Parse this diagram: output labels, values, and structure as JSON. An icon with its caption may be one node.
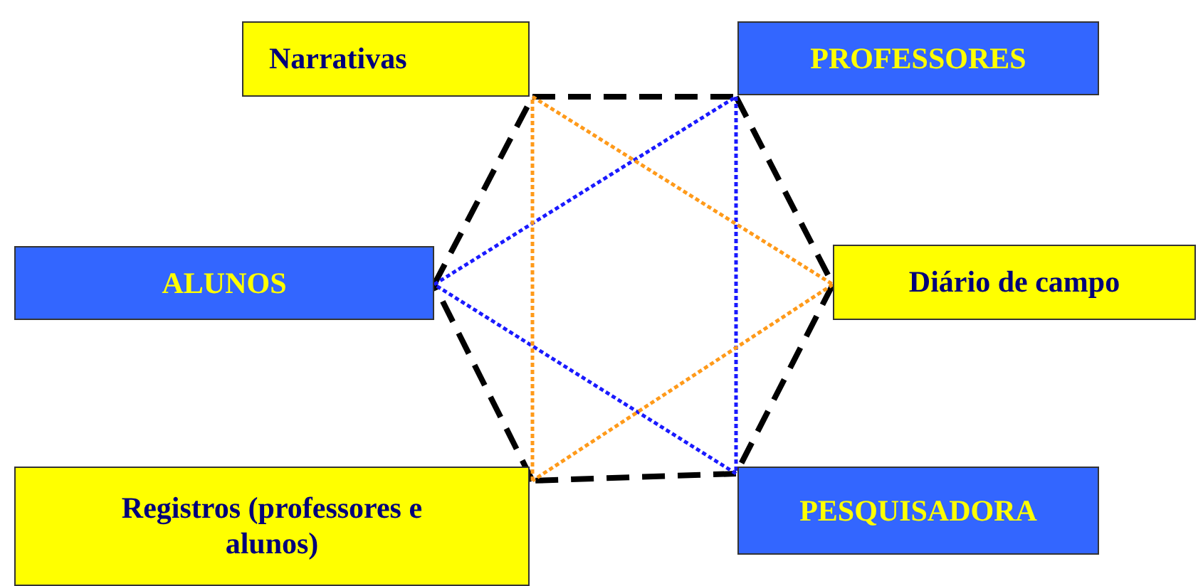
{
  "diagram": {
    "nodes": [
      {
        "text": [
          "Narrativas"
        ]
      },
      {
        "text": [
          "PROFESSORES"
        ]
      },
      {
        "text": [
          "ALUNOS"
        ]
      },
      {
        "text": [
          "Diário de campo"
        ]
      },
      {
        "text": [
          "Registros (professores e alunos)"
        ]
      },
      {
        "text": [
          "PESQUISADORA"
        ]
      }
    ],
    "edges": [
      {
        "from": 0,
        "to": 1,
        "arrow": "none",
        "style": "dashed"
      },
      {
        "from": 1,
        "to": 3,
        "arrow": "none",
        "style": "dashed"
      },
      {
        "from": 3,
        "to": 5,
        "arrow": "none",
        "style": "dashed"
      },
      {
        "from": 5,
        "to": 4,
        "arrow": "none",
        "style": "dashed"
      },
      {
        "from": 4,
        "to": 2,
        "arrow": "none",
        "style": "dashed"
      },
      {
        "from": 2,
        "to": 0,
        "arrow": "none",
        "style": "dashed"
      },
      {
        "from": 2,
        "to": 1,
        "arrow": "none",
        "style": "dashed",
        "color": "#1a1aff"
      },
      {
        "from": 1,
        "to": 5,
        "arrow": "none",
        "style": "dashed",
        "color": "#1a1aff"
      },
      {
        "from": 5,
        "to": 2,
        "arrow": "none",
        "style": "dashed",
        "color": "#1a1aff"
      },
      {
        "from": 0,
        "to": 3,
        "arrow": "none",
        "style": "dashed",
        "color": "#ff9a1a"
      },
      {
        "from": 3,
        "to": 4,
        "arrow": "none",
        "style": "dashed",
        "color": "#ff9a1a"
      },
      {
        "from": 4,
        "to": 0,
        "arrow": "none",
        "style": "dashed",
        "color": "#ff9a1a"
      }
    ]
  }
}
